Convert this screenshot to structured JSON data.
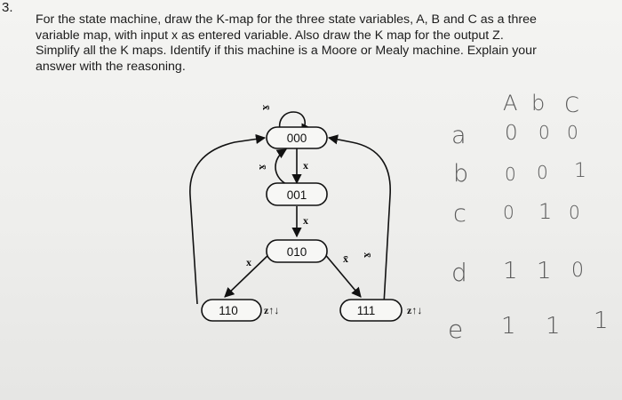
{
  "question": {
    "number": "3.",
    "lines": [
      "For the state machine, draw the K-map for the three state variables, A, B and C as a three",
      "variable map, with input x as entered variable. Also draw the K map for the output Z.",
      "Simplify all the K maps.  Identify if this machine is a Moore or Mealy machine.  Explain your",
      "answer with the reasoning."
    ]
  },
  "state_diagram": {
    "states": [
      "000",
      "001",
      "010",
      "110",
      "111"
    ],
    "edge_labels": {
      "x": "x",
      "x_bar": "x̄",
      "output_110": "z↑↓",
      "output_111": "z↑↓"
    }
  },
  "handwritten_table": {
    "headers": [
      "A",
      "b",
      "C"
    ],
    "rows": [
      {
        "state": "a",
        "values": [
          "0",
          "0",
          "0"
        ]
      },
      {
        "state": "b",
        "values": [
          "0",
          "0",
          "1"
        ]
      },
      {
        "state": "c",
        "values": [
          "0",
          "1",
          "0"
        ]
      },
      {
        "state": "d",
        "values": [
          "1",
          "1",
          "0"
        ]
      },
      {
        "state": "e",
        "values": [
          "1",
          "1",
          "1"
        ]
      }
    ]
  }
}
